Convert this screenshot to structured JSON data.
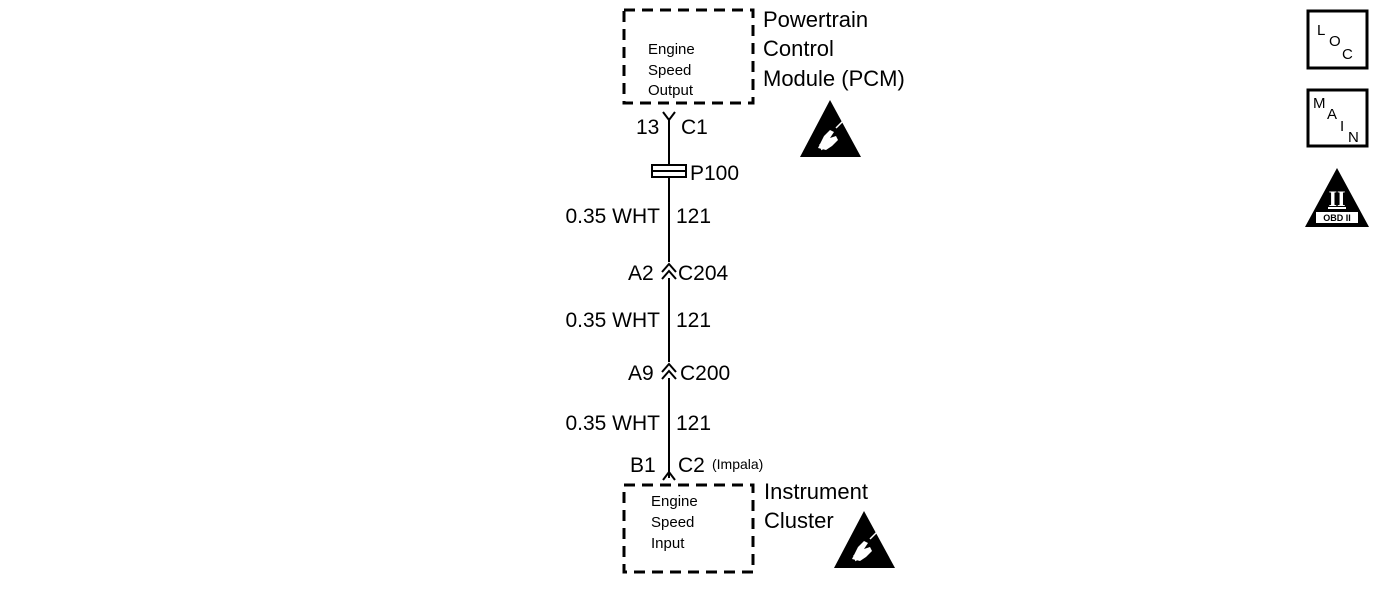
{
  "modules": {
    "pcm": {
      "box_lines": [
        "Engine",
        "Speed",
        "Output"
      ],
      "name_lines": [
        "Powertrain",
        "Control",
        "Module (PCM)"
      ]
    },
    "cluster": {
      "box_lines": [
        "Engine",
        "Speed",
        "Input"
      ],
      "name_lines": [
        "Instrument",
        "Cluster"
      ]
    }
  },
  "connectors": {
    "c1": {
      "pin": "13",
      "name": "C1"
    },
    "p100": {
      "name": "P100"
    },
    "c204": {
      "pin": "A2",
      "name": "C204"
    },
    "c200": {
      "pin": "A9",
      "name": "C200"
    },
    "c2": {
      "pin": "B1",
      "name": "C2",
      "note": "(Impala)"
    }
  },
  "wires": [
    {
      "gauge_color": "0.35 WHT",
      "circuit": "121"
    },
    {
      "gauge_color": "0.35 WHT",
      "circuit": "121"
    },
    {
      "gauge_color": "0.35 WHT",
      "circuit": "121"
    }
  ],
  "legend_icons": {
    "loc": {
      "letters": [
        "L",
        "O",
        "C"
      ]
    },
    "main": {
      "letters": [
        "M",
        "A",
        "I",
        "N"
      ]
    },
    "obd": {
      "numeral": "II",
      "label": "OBD II"
    }
  },
  "icon_names": [
    "esd-sensitive-icon",
    "loc-icon",
    "main-icon",
    "obd-ii-icon"
  ]
}
